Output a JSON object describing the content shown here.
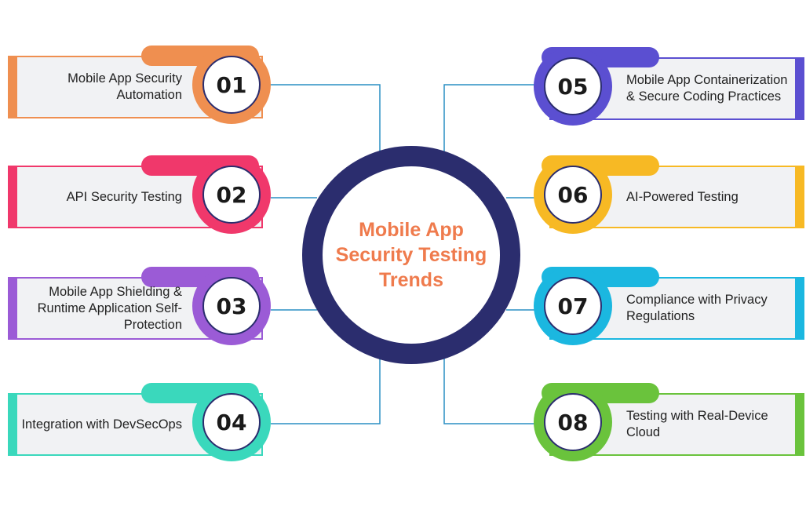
{
  "center": {
    "title": "Mobile App\nSecurity Testing\nTrends",
    "title_color": "#ef7b4d",
    "ring_color": "#2b2d6e"
  },
  "connector_color": "#2a8fc4",
  "items": [
    {
      "num": "01",
      "label": "Mobile App Security Automation",
      "color": "#ef8f50"
    },
    {
      "num": "02",
      "label": "API Security Testing",
      "color": "#f0386b"
    },
    {
      "num": "03",
      "label": "Mobile App Shielding & Runtime Application Self-Protection",
      "color": "#9b5bd6"
    },
    {
      "num": "04",
      "label": "Integration with DevSecOps",
      "color": "#3ad8bc"
    },
    {
      "num": "05",
      "label": "Mobile App Containerization & Secure Coding Practices",
      "color": "#5b4fd1"
    },
    {
      "num": "06",
      "label": "AI-Powered Testing",
      "color": "#f7b924"
    },
    {
      "num": "07",
      "label": "Compliance with Privacy Regulations",
      "color": "#1bb7e0"
    },
    {
      "num": "08",
      "label": "Testing with Real-Device Cloud",
      "color": "#6ac33c"
    }
  ]
}
